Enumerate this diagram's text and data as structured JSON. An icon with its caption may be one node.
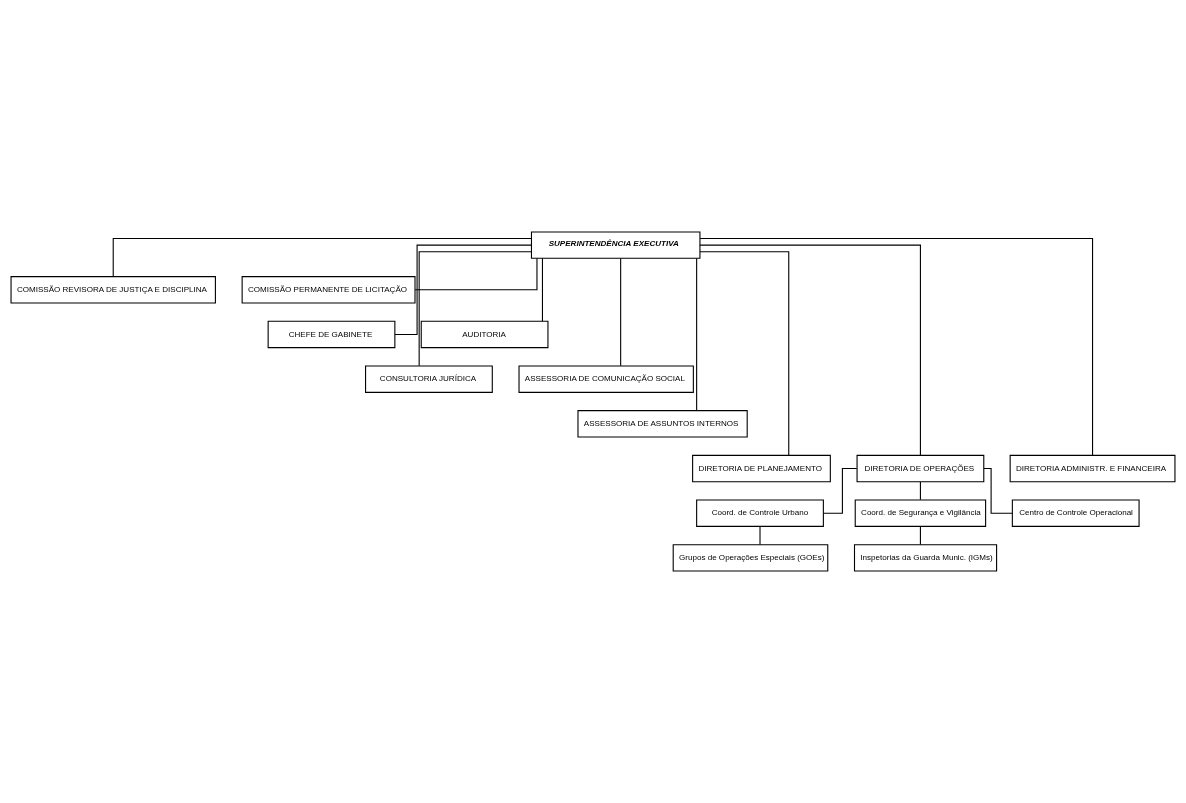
{
  "diagram": {
    "nodes": [
      {
        "text": [
          "SUPERINTENDÊNCIA EXECUTIVA"
        ]
      },
      {
        "text": [
          "COMISSÃO REVISORA DE JUSTIÇA E DISCIPLINA"
        ]
      },
      {
        "text": [
          "COMISSÃO PERMANENTE DE LICITAÇÃO"
        ]
      },
      {
        "text": [
          "CHEFE DE GABINETE"
        ]
      },
      {
        "text": [
          "AUDITORIA"
        ]
      },
      {
        "text": [
          "CONSULTORIA JURÍDICA"
        ]
      },
      {
        "text": [
          "ASSESSORIA DE COMUNICAÇÃO SOCIAL"
        ]
      },
      {
        "text": [
          "ASSESSORIA DE ASSUNTOS INTERNOS"
        ]
      },
      {
        "text": [
          "DIRETORIA DE PLANEJAMENTO"
        ]
      },
      {
        "text": [
          "DIRETORIA DE OPERAÇÕES"
        ]
      },
      {
        "text": [
          "DIRETORIA ADMINISTR. E FINANCEIRA"
        ]
      },
      {
        "text": [
          "Coord. de Controle Urbano"
        ]
      },
      {
        "text": [
          "Coord. de Segurança e Vigilância"
        ]
      },
      {
        "text": [
          "Grupos de Operações Especiais (GOEs)"
        ]
      },
      {
        "text": [
          "Inspetorias da Guarda Munic. (IGMs)"
        ]
      },
      {
        "text": [
          "Centro de Controle Operacional"
        ]
      }
    ],
    "edges": [
      {
        "from": 0,
        "to": 1,
        "arrow": "none"
      },
      {
        "from": 0,
        "to": 2,
        "arrow": "none"
      },
      {
        "from": 0,
        "to": 3,
        "arrow": "none"
      },
      {
        "from": 0,
        "to": 4,
        "arrow": "none"
      },
      {
        "from": 0,
        "to": 5,
        "arrow": "none"
      },
      {
        "from": 0,
        "to": 6,
        "arrow": "none"
      },
      {
        "from": 0,
        "to": 7,
        "arrow": "none"
      },
      {
        "from": 0,
        "to": 8,
        "arrow": "none"
      },
      {
        "from": 0,
        "to": 9,
        "arrow": "none"
      },
      {
        "from": 0,
        "to": 10,
        "arrow": "none"
      },
      {
        "from": 9,
        "to": 11,
        "arrow": "none"
      },
      {
        "from": 9,
        "to": 12,
        "arrow": "none"
      },
      {
        "from": 11,
        "to": 13,
        "arrow": "none"
      },
      {
        "from": 12,
        "to": 14,
        "arrow": "none"
      },
      {
        "from": 9,
        "to": 15,
        "arrow": "none"
      }
    ]
  }
}
